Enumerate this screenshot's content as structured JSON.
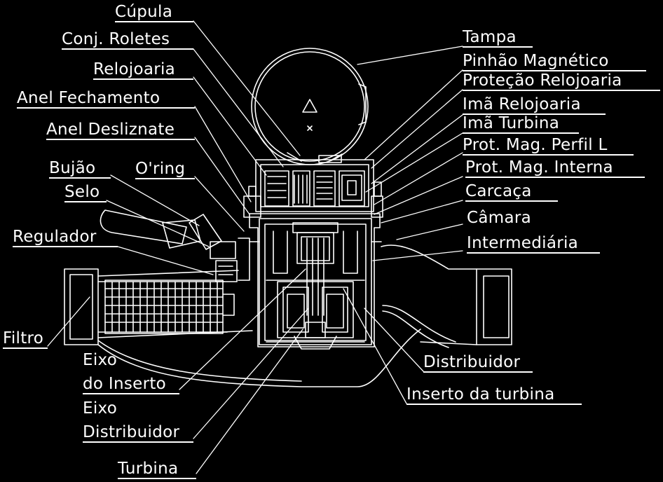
{
  "labels": {
    "cupula": "Cúpula",
    "conj_roletes": "Conj. Roletes",
    "relojoaria": "Relojoaria",
    "anel_fechamento": "Anel Fechamento",
    "anel_deslizante": "Anel Desliznate",
    "bujao": "Bujão",
    "oring": "O'ring",
    "selo": "Selo",
    "regulador": "Regulador",
    "filtro": "Filtro",
    "eixo_inserto_1": "Eixo",
    "eixo_inserto_2": "do Inserto",
    "eixo_distribuidor_1": "Eixo",
    "eixo_distribuidor_2": "Distribuidor",
    "turbina": "Turbina",
    "tampa": "Tampa",
    "pinhao_magnetico": "Pinhão Magnético",
    "protecao_relojoaria": "Proteção Relojoaria",
    "ima_relojoaria": "Imã Relojoaria",
    "ima_turbina": "Imã Turbina",
    "prot_mag_perfil_l": "Prot. Mag. Perfil L",
    "prot_mag_interna": "Prot. Mag. Interna",
    "carcaca": "Carcaça",
    "camara_1": "Câmara",
    "camara_2": "Intermediária",
    "distribuidor": "Distribuidor",
    "inserto_turbina": "Inserto da turbina"
  },
  "colors": {
    "background": "#000000",
    "line": "#ffffff"
  }
}
